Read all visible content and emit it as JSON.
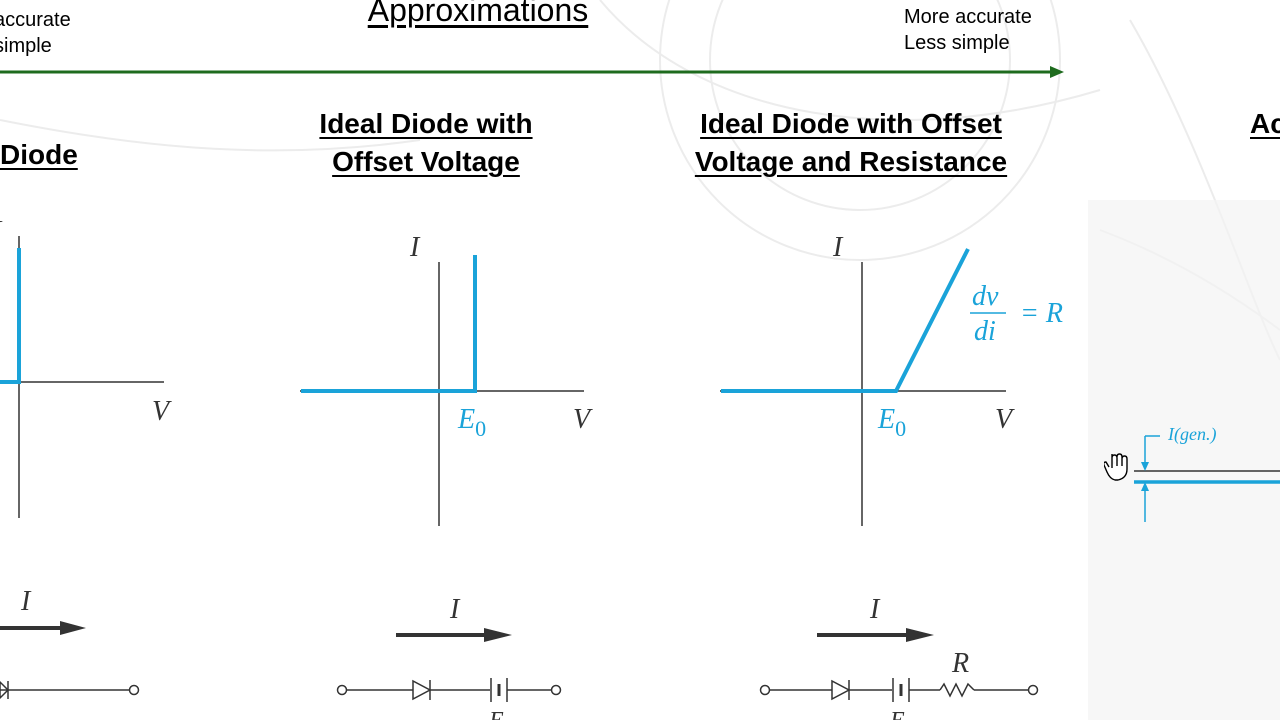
{
  "header": {
    "title": "Approximations",
    "left_note": [
      "accurate",
      "simple"
    ],
    "right_note": [
      "More accurate",
      "Less simple"
    ],
    "arrow_color": "#1e6b1e"
  },
  "panels": [
    {
      "heading": [
        "Diode"
      ],
      "axis_labels": {
        "I": "I",
        "V": "V"
      },
      "circuit": {
        "current_label": "I"
      }
    },
    {
      "heading": [
        "Ideal Diode with",
        "Offset Voltage"
      ],
      "axis_labels": {
        "I": "I",
        "V": "V",
        "E": "E",
        "E_sub": "0"
      },
      "circuit": {
        "current_label": "I",
        "source_label": "E"
      }
    },
    {
      "heading": [
        "Ideal Diode with Offset",
        "Voltage and Resistance"
      ],
      "axis_labels": {
        "I": "I",
        "V": "V",
        "E": "E",
        "E_sub": "0"
      },
      "slope": {
        "num": "dv",
        "den": "di",
        "equals": "= R"
      },
      "circuit": {
        "current_label": "I",
        "resistor_label": "R",
        "source_label": "E"
      }
    },
    {
      "heading": [
        "Ac"
      ],
      "annotation": "I(gen.)"
    }
  ],
  "colors": {
    "curve": "#1aa3d9",
    "axis": "#333333"
  },
  "icons": {
    "cursor": "hand-pointer-icon"
  }
}
